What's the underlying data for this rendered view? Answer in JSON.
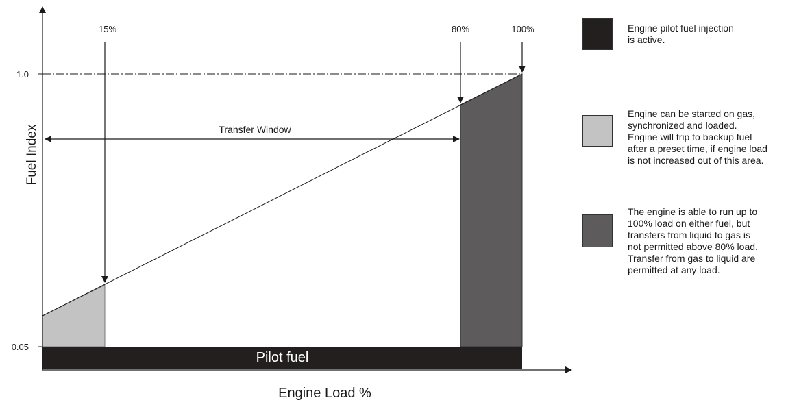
{
  "diagram": {
    "y_axis_label": "Fuel Index",
    "x_axis_label": "Engine Load %",
    "y_tick_top": "1.0",
    "y_tick_bottom": "0.05",
    "marker_15": "15%",
    "marker_80": "80%",
    "marker_100": "100%",
    "transfer_window": "Transfer Window",
    "pilot_fuel": "Pilot fuel"
  },
  "legend": [
    {
      "text": "Engine pilot fuel injection\nis active.",
      "color": "#231f1e"
    },
    {
      "text": "Engine can be started on gas,\nsynchronized and loaded.\nEngine will trip to backup fuel\n after a preset time, if engine load\nis not increased out of this area.",
      "color": "#c3c3c3"
    },
    {
      "text": "The engine is able to run up to\n100% load on either fuel, but\ntransfers from liquid to gas is\nnot permitted above 80% load.\nTransfer from gas to liquid are\npermitted at any load.",
      "color": "#5e5b5c"
    }
  ],
  "colors": {
    "pilot": "#231f1e",
    "light_region": "#c3c3c3",
    "dark_region": "#5e5b5c"
  }
}
